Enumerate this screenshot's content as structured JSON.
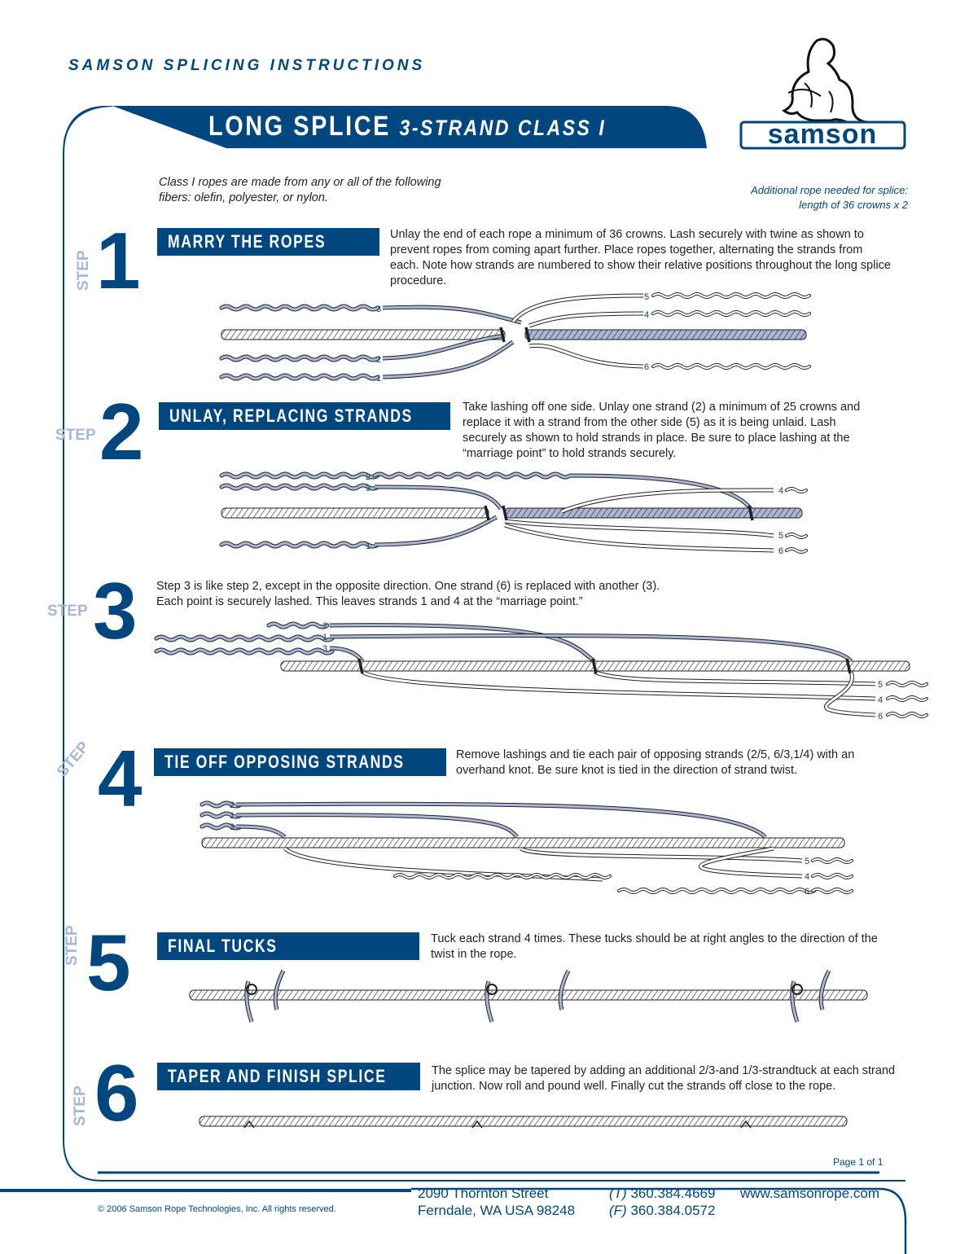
{
  "header": {
    "series": "SAMSON SPLICING INSTRUCTIONS",
    "title": "LONG SPLICE",
    "subtitle": "3-STRAND CLASS I",
    "logo_text": "samson"
  },
  "intro": {
    "line1": "Class I ropes are made from any or all of the following",
    "line2": "fibers: olefin, polyester, or nylon."
  },
  "additional": {
    "line1": "Additional rope needed for splice:",
    "line2": "length of 36 crowns x 2"
  },
  "step_label": "STEP",
  "colors": {
    "brand": "#00467f",
    "strand": "#a9b6d6"
  },
  "steps": [
    {
      "number": "1",
      "heading": "MARRY THE ROPES",
      "text": "Unlay the end of each rope a minimum of 36 crowns. Lash securely with twine as shown to prevent ropes from coming apart further. Place ropes together, alternating the strands from each. Note how strands are numbered to show their relative positions throughout the long splice procedure.",
      "labels": [
        "3",
        "2",
        "1",
        "5",
        "4",
        "6"
      ]
    },
    {
      "number": "2",
      "heading": "UNLAY, REPLACING STRANDS",
      "text": "Take lashing off one side. Unlay one strand (2) a minimum of 25 crowns and replace it with a strand from the other side (5) as it is being unlaid. Lash securely as shown to hold strands in place. Be sure to place lashing at the “marriage point” to hold strands securely.",
      "labels": [
        "2",
        "3",
        "1",
        "4",
        "5",
        "6"
      ]
    },
    {
      "number": "3",
      "heading": "",
      "text": "Step 3 is like step 2, except in the opposite direction. One strand (6) is replaced with another (3). Each point is securely lashed. This leaves strands 1 and 4 at the “marriage point.”",
      "labels": [
        "2",
        "1",
        "3",
        "5",
        "4",
        "6"
      ]
    },
    {
      "number": "4",
      "heading": "TIE OFF OPPOSING STRANDS",
      "text": "Remove lashings and tie each pair of opposing strands (2/5, 6/3,1/4) with an overhand knot. Be sure knot is tied in the direction of strand twist.",
      "labels": [
        "2",
        "1",
        "3",
        "5",
        "4",
        "6"
      ]
    },
    {
      "number": "5",
      "heading": "FINAL TUCKS",
      "text": "Tuck each strand 4 times. These tucks should be at right angles to the direction of the twist in the rope."
    },
    {
      "number": "6",
      "heading": "TAPER AND FINISH SPLICE",
      "text": "The splice may be tapered by adding an additional 2/3-and 1/3-strandtuck at each strand junction. Now roll and pound well. Finally cut the strands off close to the rope."
    }
  ],
  "footer": {
    "page": "Page 1 of 1",
    "copyright": "© 2006 Samson Rope Technologies, Inc. All rights reserved.",
    "street": "2090 Thornton Street",
    "city": "Ferndale, WA USA 98248",
    "phone_label": "(T)",
    "phone": "360.384.4669",
    "fax_label": "(F)",
    "fax": "360.384.0572",
    "website": "www.samsonrope.com"
  }
}
